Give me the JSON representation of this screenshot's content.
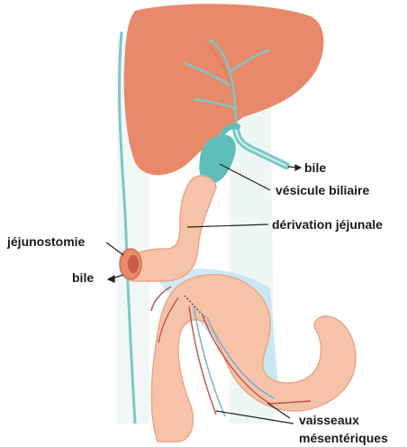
{
  "labels": {
    "bile_top": "bile",
    "gallbladder": "vésicule biliaire",
    "jejunal_bypass": "dérivation jéjunale",
    "jejunostomy": "jéjunostomie",
    "bile_left": "bile",
    "mesenteric_vessels_line1": "vaisseaux",
    "mesenteric_vessels_line2": "mésentériques"
  },
  "colors": {
    "liver": "#e8896a",
    "biliary": "#7cc8c4",
    "intestine": "#f7c3a8",
    "intestine_outline": "#e9a688",
    "artery": "#c0504d",
    "vein": "#6aaed6",
    "body_outline": "#7cc8c4"
  }
}
